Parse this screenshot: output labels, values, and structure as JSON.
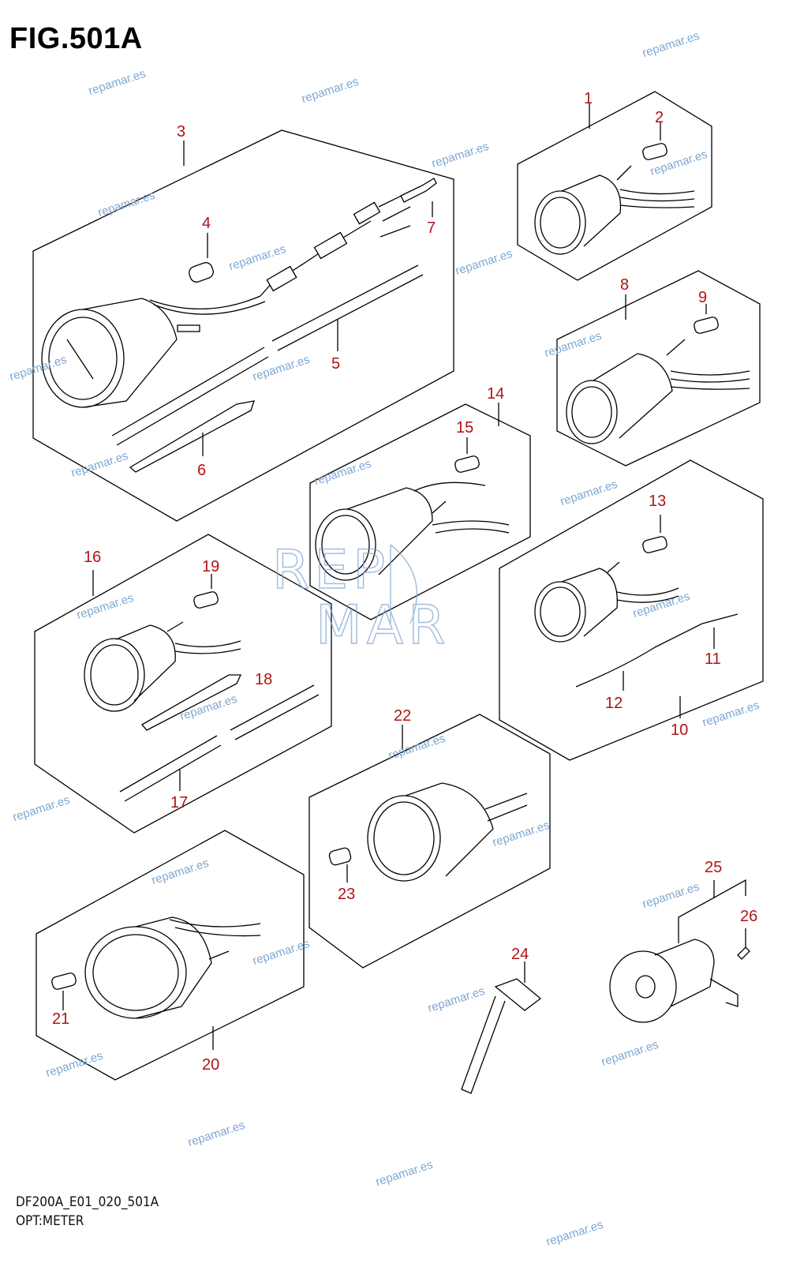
{
  "figure": {
    "title": "FIG.501A",
    "code": "DF200A_E01_020_501A",
    "name": "OPT:METER"
  },
  "callouts": [
    "1",
    "2",
    "3",
    "4",
    "5",
    "6",
    "7",
    "8",
    "9",
    "10",
    "11",
    "12",
    "13",
    "14",
    "15",
    "16",
    "17",
    "18",
    "19",
    "20",
    "21",
    "22",
    "23",
    "24",
    "25",
    "26"
  ],
  "watermark": "repamar.es",
  "logo": {
    "letters": "REPMAR"
  },
  "colors": {
    "callout": "#b01414",
    "watermark": "#7fa8d3",
    "line": "#000000"
  }
}
